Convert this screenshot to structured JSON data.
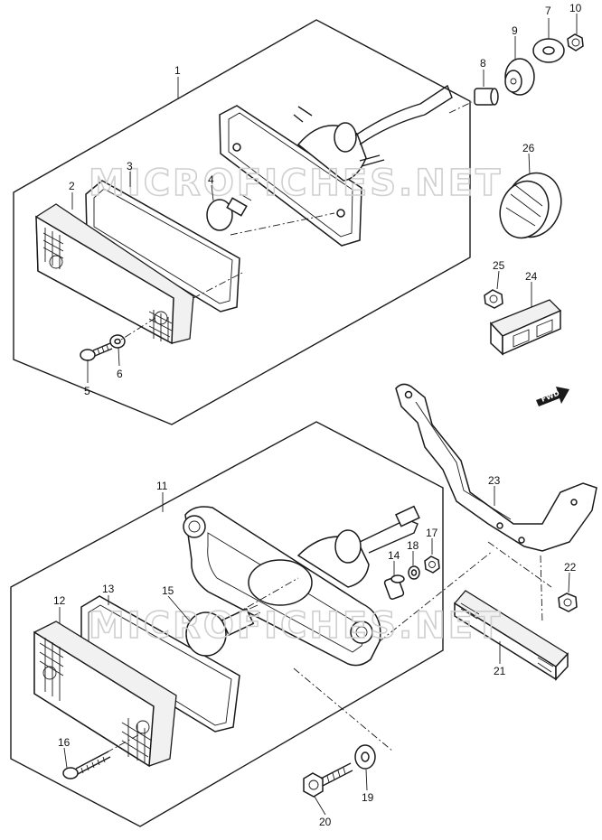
{
  "watermark": "MICROFICHES.NET",
  "fwd_label": "FWD",
  "callouts": {
    "c1": "1",
    "c2": "2",
    "c3": "3",
    "c4": "4",
    "c5": "5",
    "c6": "6",
    "c7": "7",
    "c8": "8",
    "c9": "9",
    "c10": "10",
    "c11": "11",
    "c12": "12",
    "c13": "13",
    "c14": "14",
    "c15": "15",
    "c16": "16",
    "c17": "17",
    "c18": "18",
    "c19": "19",
    "c20": "20",
    "c21": "21",
    "c22": "22",
    "c23": "23",
    "c24": "24",
    "c25": "25",
    "c26": "26"
  },
  "colors": {
    "line": "#1a1a1a",
    "watermark": "#cfcfcf",
    "background": "#ffffff"
  }
}
